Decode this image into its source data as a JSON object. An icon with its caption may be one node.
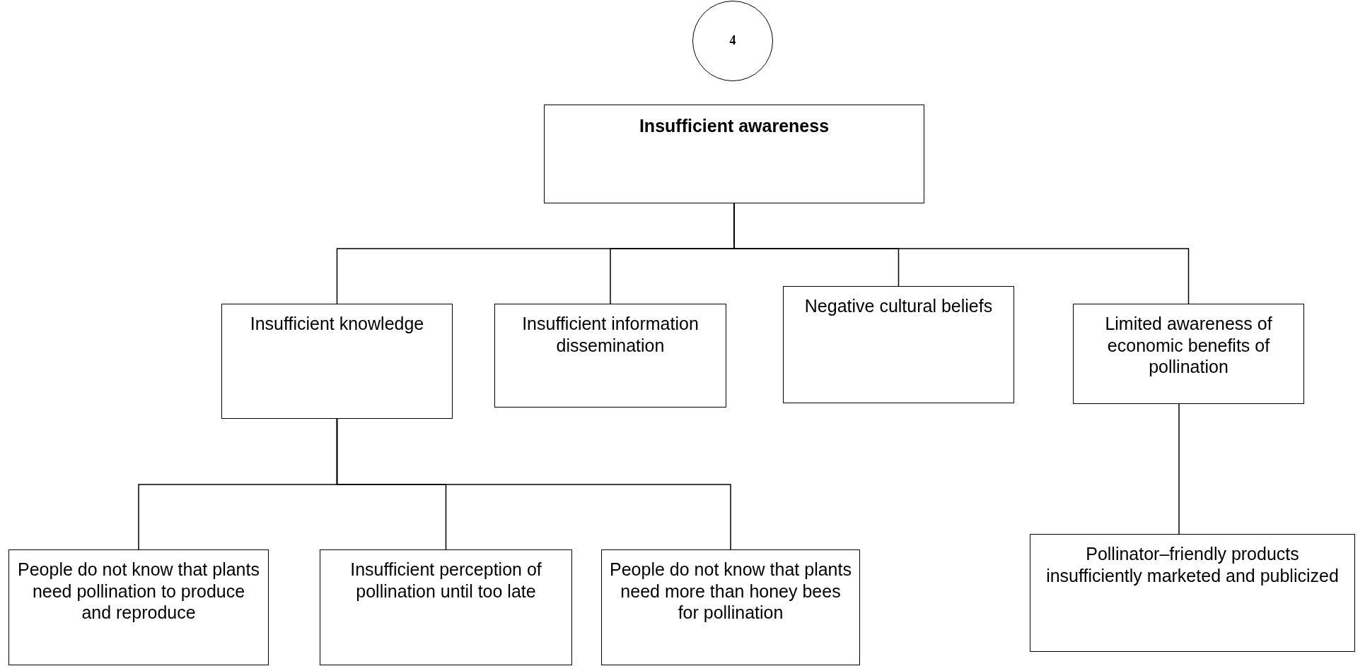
{
  "diagram": {
    "nodes": [
      {
        "text": [
          "4"
        ]
      },
      {
        "text": [
          "Insufficient awareness"
        ]
      },
      {
        "text": [
          "Insufficient knowledge"
        ]
      },
      {
        "text": [
          "Insufficient information dissemination"
        ]
      },
      {
        "text": [
          "Negative cultural beliefs"
        ]
      },
      {
        "text": [
          "Limited awareness of economic benefits of pollination"
        ]
      },
      {
        "text": [
          "People do not know that plants need pollination to produce and reproduce"
        ]
      },
      {
        "text": [
          "Insufficient perception of pollination until too late"
        ]
      },
      {
        "text": [
          "People do not know that plants need more than honey bees for pollination"
        ]
      },
      {
        "text": [
          "Pollinator–friendly products insufficiently marketed and publicized"
        ]
      }
    ],
    "edges": [
      {
        "from": 1,
        "to": 2,
        "arrow": "none"
      },
      {
        "from": 1,
        "to": 3,
        "arrow": "none"
      },
      {
        "from": 1,
        "to": 4,
        "arrow": "none"
      },
      {
        "from": 1,
        "to": 5,
        "arrow": "none"
      },
      {
        "from": 2,
        "to": 6,
        "arrow": "none"
      },
      {
        "from": 2,
        "to": 7,
        "arrow": "none"
      },
      {
        "from": 2,
        "to": 8,
        "arrow": "none"
      },
      {
        "from": 5,
        "to": 9,
        "arrow": "none"
      }
    ]
  }
}
